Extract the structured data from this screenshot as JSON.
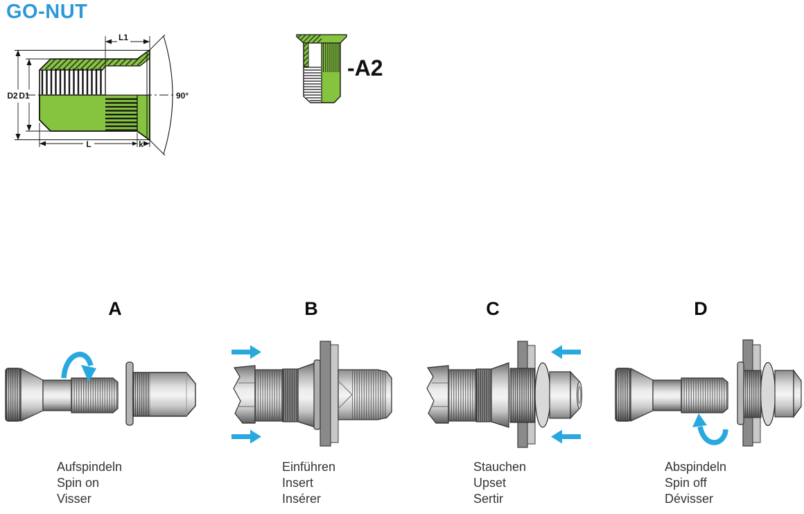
{
  "header": {
    "title": "GO-NUT"
  },
  "tech_drawing": {
    "dims": {
      "l1": "L1",
      "d2": "D2",
      "d1": "D1",
      "l": "L",
      "k": "k",
      "angle": "90°"
    }
  },
  "variant": {
    "label": "-A2"
  },
  "steps": [
    {
      "letter": "A",
      "captions": [
        "Aufspindeln",
        "Spin on",
        "Visser"
      ]
    },
    {
      "letter": "B",
      "captions": [
        "Einführen",
        "Insert",
        "Insérer"
      ]
    },
    {
      "letter": "C",
      "captions": [
        "Stauchen",
        "Upset",
        "Sertir"
      ]
    },
    {
      "letter": "D",
      "captions": [
        "Abspindeln",
        "Spin off",
        "Dévisser"
      ]
    }
  ],
  "colors": {
    "title_blue": "#2B99D6",
    "part_green": "#86C440",
    "arrow_blue": "#29A8E0"
  }
}
